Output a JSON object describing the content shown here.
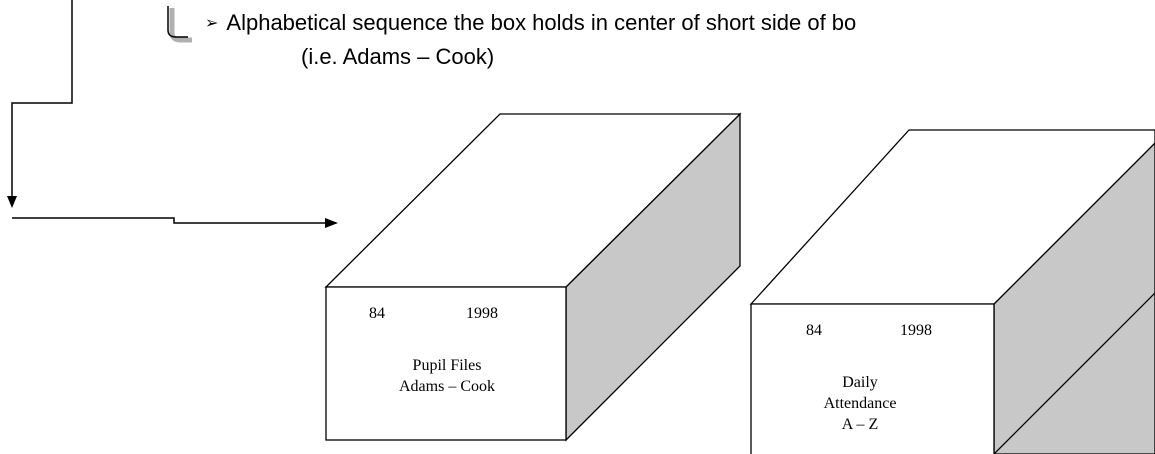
{
  "note": {
    "bullet_text": "Alphabetical sequence the box holds in center of short side of bo",
    "example_text": "(i.e. Adams – Cook)",
    "bullet_glyph": "➢"
  },
  "boxes": [
    {
      "number": "84",
      "year": "1998",
      "lines": [
        "Pupil Files",
        "Adams – Cook"
      ]
    },
    {
      "number": "84",
      "year": "1998",
      "lines": [
        "Daily",
        "Attendance",
        "A – Z"
      ]
    }
  ],
  "colors": {
    "stroke": "#000000",
    "box_side_shade": "#c8c8c8",
    "box_face": "#ffffff",
    "brace_shadow": "#b0b0b0"
  }
}
